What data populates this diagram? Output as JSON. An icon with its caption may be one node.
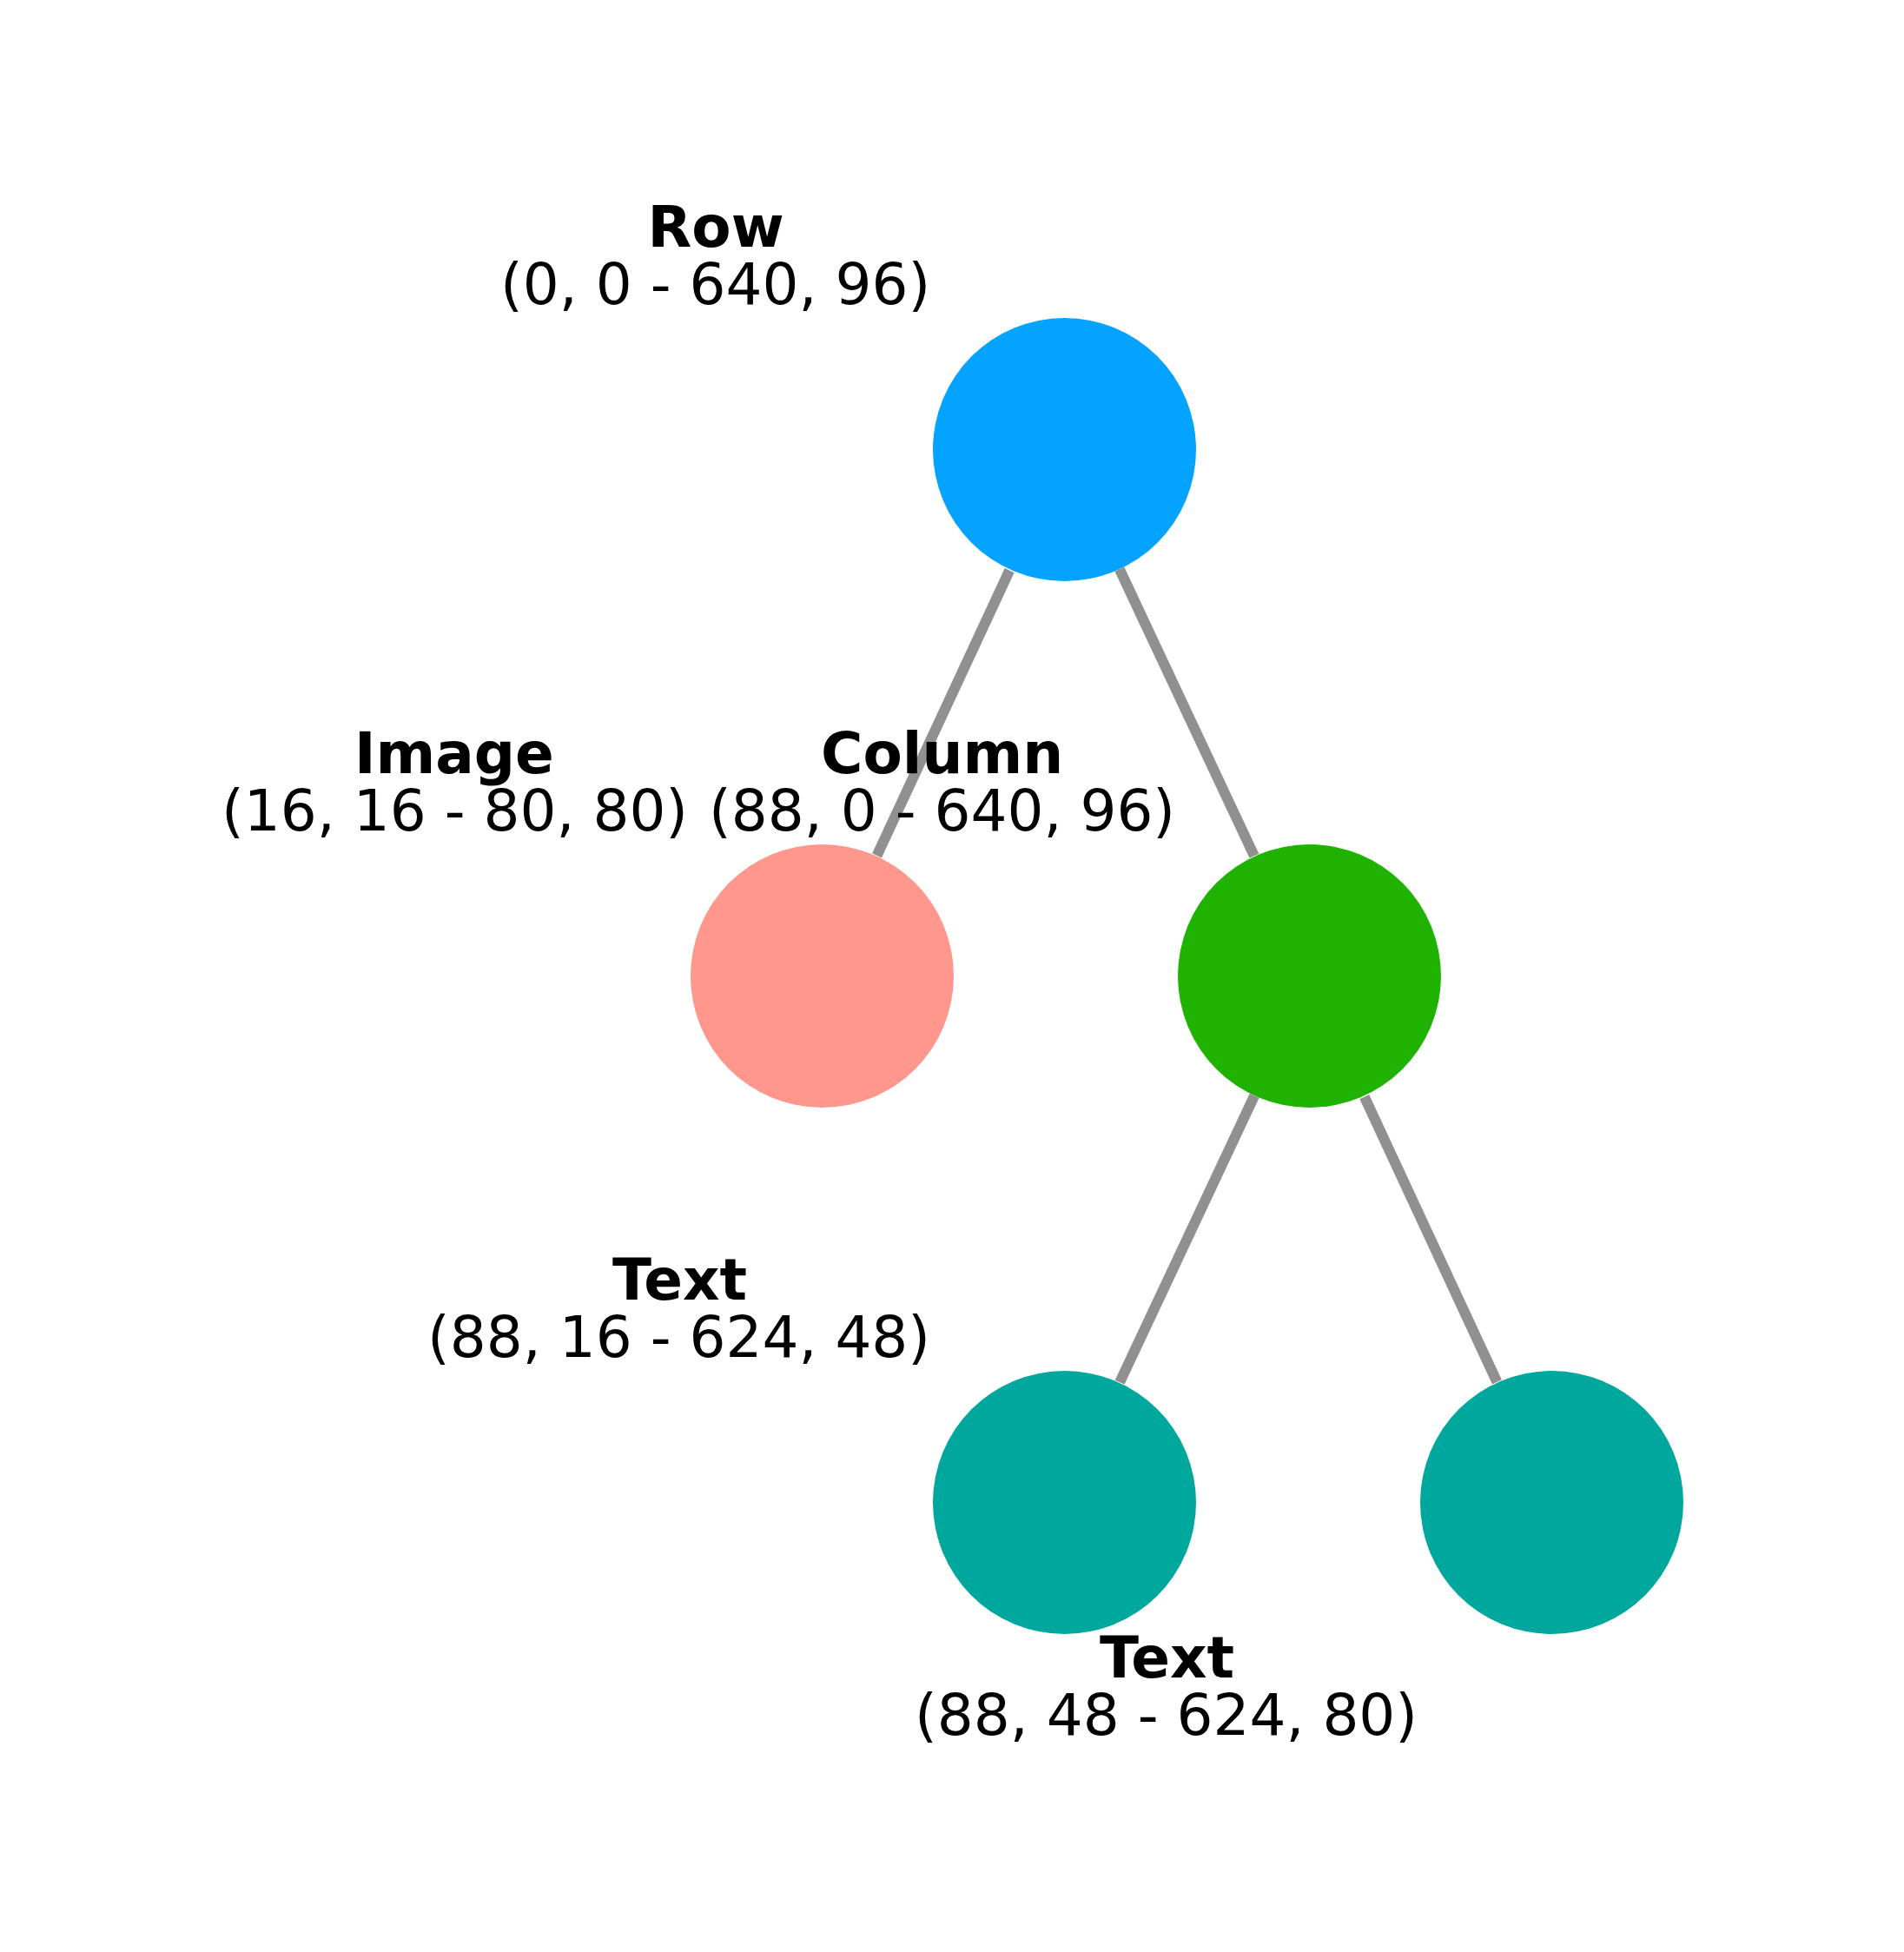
{
  "diagram": {
    "nodes": [
      {
        "text": [],
        "shape": "circle",
        "beside": [
          "Row",
          "(0, 0 - 640, 96)"
        ]
      },
      {
        "text": [],
        "shape": "circle",
        "beside": [
          "Image",
          "(16, 16 - 80, 80)"
        ]
      },
      {
        "text": [],
        "shape": "circle",
        "beside": [
          "Column",
          "(88, 0 - 640, 96)"
        ]
      },
      {
        "text": [],
        "shape": "circle",
        "beside": [
          "Text",
          "(88, 16 - 624, 48)"
        ]
      },
      {
        "text": [],
        "shape": "circle",
        "beside": [
          "Text",
          "(88, 48 - 624, 80)"
        ]
      }
    ],
    "edges": [
      {
        "from": 0,
        "to": 1,
        "arrow": "none"
      },
      {
        "from": 0,
        "to": 2,
        "arrow": "none"
      },
      {
        "from": 2,
        "to": 3,
        "arrow": "none"
      },
      {
        "from": 2,
        "to": 4,
        "arrow": "none"
      }
    ]
  }
}
